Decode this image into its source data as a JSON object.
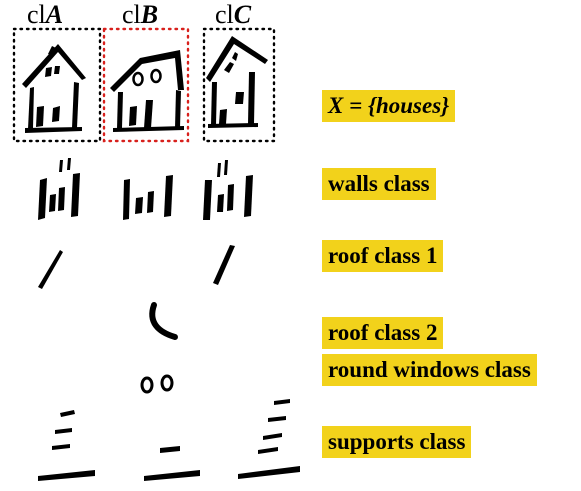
{
  "headers": {
    "a_prefix": "cl",
    "a_letter": "A",
    "b_prefix": "cl",
    "b_letter": "B",
    "c_prefix": "cl",
    "c_letter": "C"
  },
  "labels": {
    "x_set": "X = {houses}",
    "walls": "walls class",
    "roof1": "roof class 1",
    "roof2": "roof class 2",
    "round_windows": "round windows class",
    "supports": "supports class"
  },
  "colors": {
    "label_bg": "#f2d21b",
    "box_a": "#000000",
    "box_b": "#d8201c",
    "box_c": "#000000",
    "ink": "#000000"
  }
}
